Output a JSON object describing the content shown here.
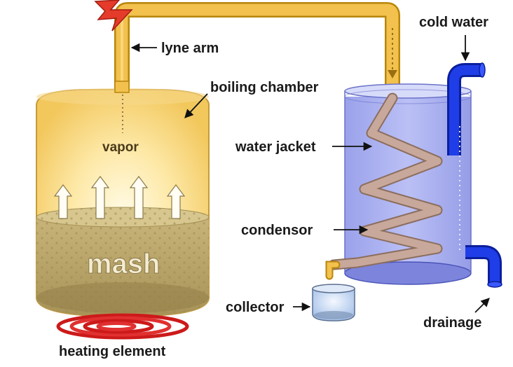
{
  "labels": {
    "lyne_arm": "lyne arm",
    "boiling_chamber": "boiling chamber",
    "vapor": "vapor",
    "mash": "mash",
    "heating_element": "heating element",
    "water_jacket": "water jacket",
    "condensor": "condensor",
    "collector": "collector",
    "cold_water": "cold water",
    "drainage": "drainage"
  },
  "icons": {
    "heat": "lightning-bolt-icon",
    "vapor_flow": "up-arrow-icon"
  },
  "colors": {
    "pipe": "#f2c14e",
    "pipe_outline": "#b8860b",
    "chamber_top": "#fbe2a0",
    "chamber_glow": "#fff7d6",
    "mash": "#b7a46a",
    "water": "#9ea7ee",
    "coil": "#c8a89a",
    "cold_pipe": "#1530d8",
    "heating_coil": "#cc1a1a",
    "bolt": "#e53b2a"
  }
}
